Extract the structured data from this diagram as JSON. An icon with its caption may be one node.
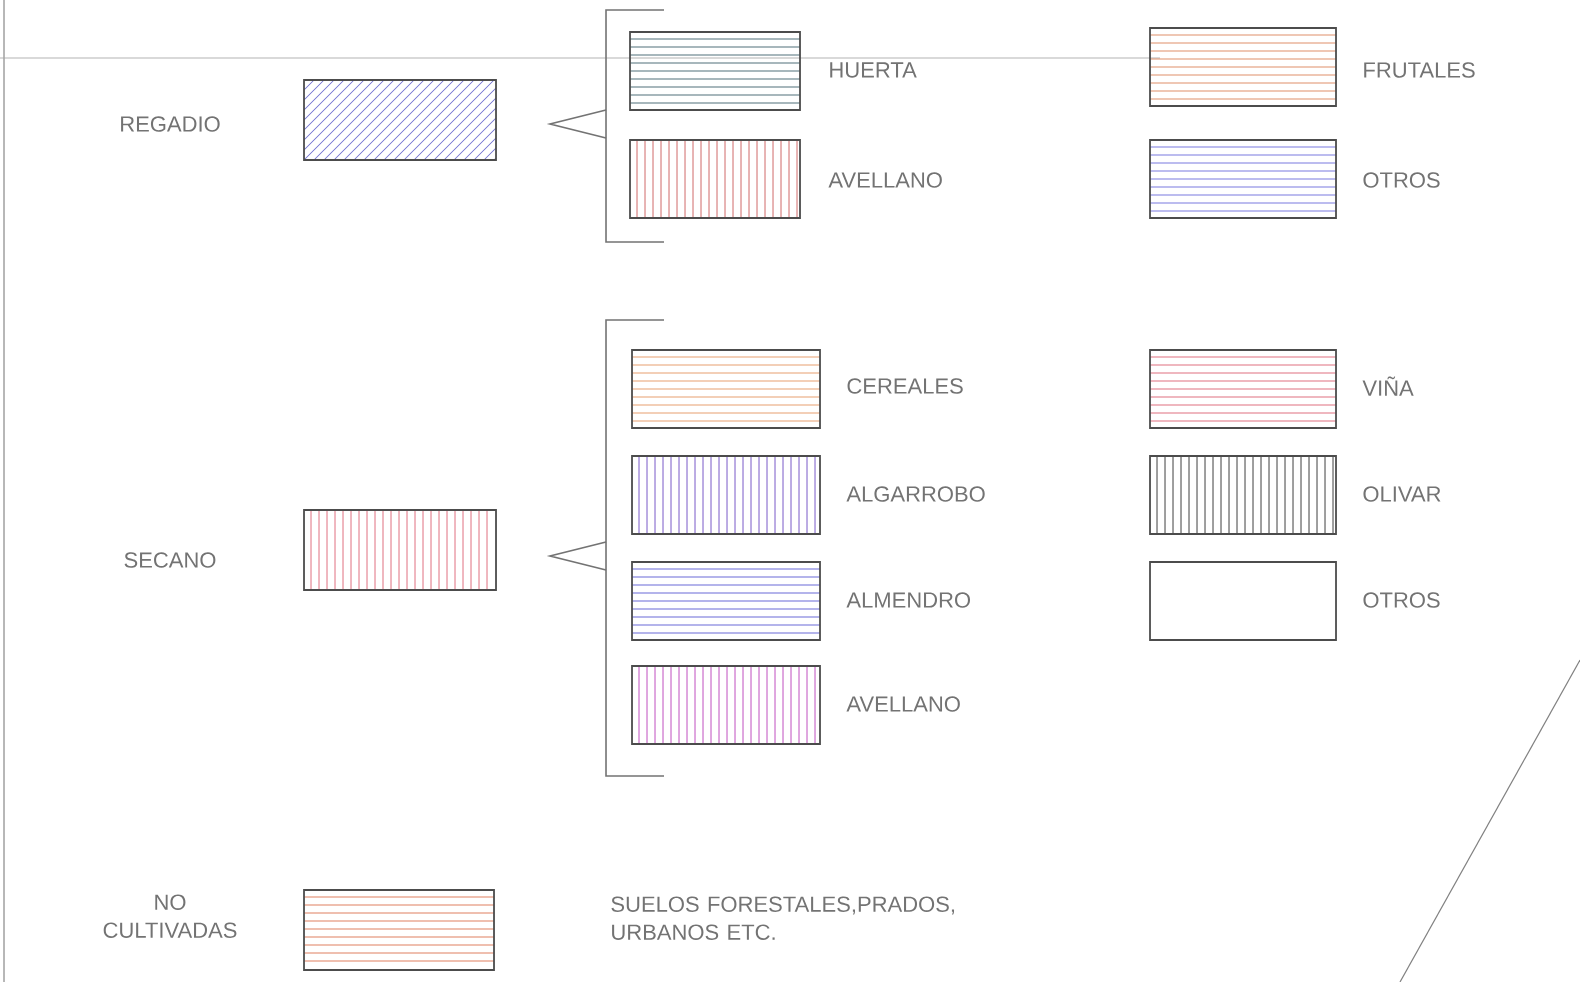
{
  "diagram": {
    "legend": [
      {
        "text": "REGADIO"
      },
      {
        "text": "HUERTA"
      },
      {
        "text": "FRUTALES"
      },
      {
        "text": "AVELLANO"
      },
      {
        "text": "OTROS"
      },
      {
        "text": "CEREALES"
      },
      {
        "text": "VIÑA"
      },
      {
        "text": "ALGARROBO"
      },
      {
        "text": "OLIVAR"
      },
      {
        "text": "SECANO"
      },
      {
        "text": "ALMENDRO"
      },
      {
        "text": "OTROS"
      },
      {
        "text": "AVELLANO"
      },
      {
        "text": "NO CULTIVADAS"
      }
    ],
    "labels": [
      "SUELOS FORESTALES,PRADOS, URBANOS ETC."
    ]
  }
}
